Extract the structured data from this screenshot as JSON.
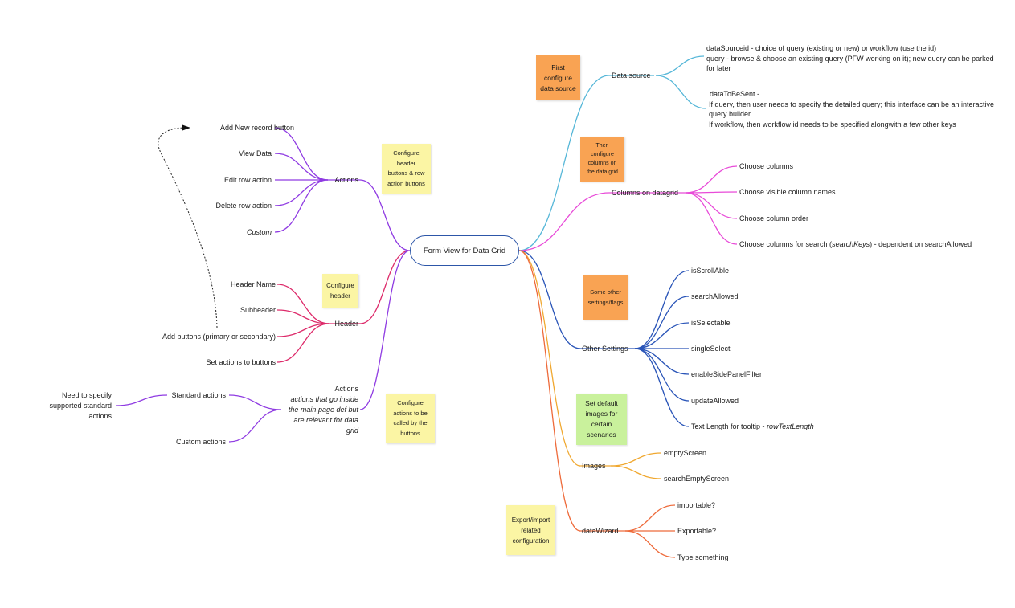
{
  "central": "Form View for Data Grid",
  "colors": {
    "data_source": "#56b7d8",
    "columns": "#e84ad8",
    "other_settings": "#2a55b8",
    "images": "#f0a830",
    "data_wizard": "#ee6a3a",
    "actions": "#8f3be2",
    "header": "#dd2a6a",
    "central_border": "#2d56a8",
    "sticky_orange": "#f9a353",
    "sticky_yellow": "#fbf5a4",
    "sticky_green": "#c9f19c"
  },
  "right": {
    "data_source": {
      "label": "Data source",
      "note1_lines": [
        "dataSourceid - choice of query (existing or new) or workflow (use the id)",
        "query - browse & choose an existing query (PFW working on it); new query can be parked",
        "for later"
      ],
      "note2_lines": [
        "dataToBeSent -",
        "If query, then user needs to specify the detailed query; this interface can be an interactive",
        "query builder",
        "If workflow, then workflow id needs to be specified alongwith a few other keys"
      ]
    },
    "columns": {
      "label": "Columns on datagrid",
      "items": [
        "Choose columns",
        "Choose visible column names",
        "Choose column order"
      ],
      "search_prefix": "Choose columns for search (",
      "search_em": "searchKeys",
      "search_suffix": ") - dependent on searchAllowed"
    },
    "other_settings": {
      "label": "Other Settings",
      "items": [
        "isScrollAble",
        "searchAllowed",
        "isSelectable",
        "singleSelect",
        "enableSidePanelFilter",
        "updateAllowed"
      ],
      "tooltip_prefix": "Text Length for tooltip - ",
      "tooltip_em": "rowTextLength"
    },
    "images": {
      "label": "Images",
      "items": [
        "emptyScreen",
        "searchEmptyScreen"
      ]
    },
    "data_wizard": {
      "label": "dataWizard",
      "items": [
        "importable?",
        "Exportable?",
        "Type something"
      ]
    }
  },
  "left": {
    "actions": {
      "label": "Actions",
      "items": [
        "Add New record button",
        "View Data",
        "Edit row action",
        "Delete row action",
        "Custom"
      ]
    },
    "header": {
      "label": "Header",
      "items": [
        "Header Name",
        "Subheader",
        "Add buttons (primary or secondary)",
        "Set actions to buttons"
      ]
    },
    "actions2": {
      "label": "Actions",
      "desc_lines": [
        "actions that go inside",
        "the main page def but",
        "are relevant for data",
        "grid"
      ],
      "standard": "Standard actions",
      "standard_note_lines": [
        "Need to specify",
        "supported standard",
        "actions"
      ],
      "custom": "Custom actions"
    }
  },
  "stickies": {
    "first_config": [
      "First",
      "configure",
      "data source"
    ],
    "then_config": [
      "Then",
      "configure",
      "columns on",
      "the data grid"
    ],
    "other_flags": [
      "Some other",
      "settings/flags"
    ],
    "default_images": [
      "Set default",
      "images for",
      "certain",
      "scenarios"
    ],
    "export_import": [
      "Export/import",
      "related",
      "configuration"
    ],
    "config_header_buttons": [
      "Configure",
      "header",
      "buttons & row",
      "action buttons"
    ],
    "config_header": [
      "Configure",
      "header"
    ],
    "config_actions": [
      "Configure",
      "actions to be",
      "called by the",
      "buttons"
    ]
  }
}
